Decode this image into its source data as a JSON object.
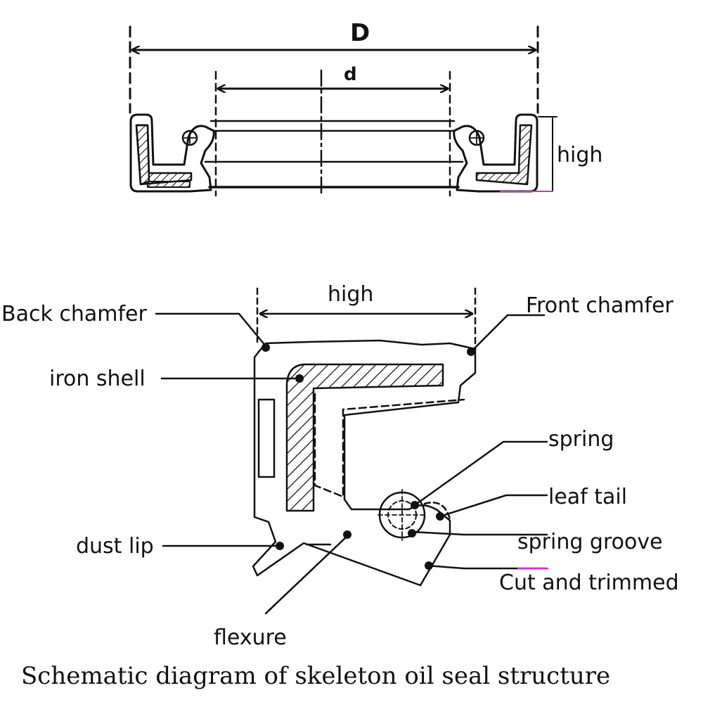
{
  "top_view": {
    "outer_diameter_label": "D",
    "inner_diameter_label": "d",
    "height_label": "high"
  },
  "detail_view": {
    "height_label": "high",
    "labels": {
      "back_chamfer": "Back chamfer",
      "front_chamfer": "Front chamfer",
      "iron_shell": "iron shell",
      "spring": "spring",
      "leaf_tail": "leaf tail",
      "spring_groove": "spring groove",
      "dust_lip": "dust lip",
      "cut_and_trimmed": "Cut and trimmed",
      "flexure": "flexure"
    }
  },
  "caption": "Schematic diagram of skeleton oil seal structure",
  "colors": {
    "line": "#111111",
    "accent_magenta": "#cc33cc",
    "background": "#ffffff"
  }
}
